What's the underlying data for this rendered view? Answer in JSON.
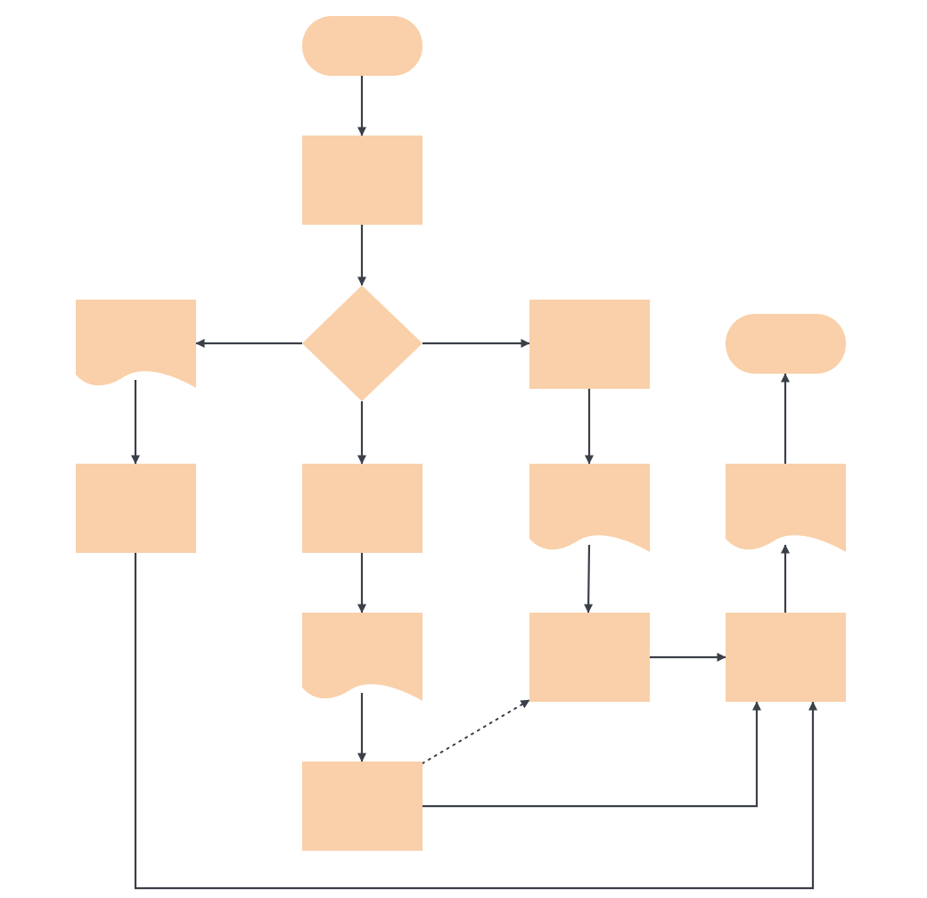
{
  "colors": {
    "background": "#ffffff",
    "node_fill": "#f9d0a9",
    "connector": "#3a3f48"
  },
  "diagram": {
    "type": "flowchart",
    "labels_visible": false,
    "nodes": [
      {
        "id": "start",
        "shape": "terminator"
      },
      {
        "id": "process-1",
        "shape": "process"
      },
      {
        "id": "decision",
        "shape": "decision"
      },
      {
        "id": "document-left",
        "shape": "document"
      },
      {
        "id": "process-right-top",
        "shape": "process"
      },
      {
        "id": "end",
        "shape": "terminator"
      },
      {
        "id": "process-left",
        "shape": "process"
      },
      {
        "id": "process-center",
        "shape": "process"
      },
      {
        "id": "document-right",
        "shape": "document"
      },
      {
        "id": "document-far-right",
        "shape": "document"
      },
      {
        "id": "document-center",
        "shape": "document"
      },
      {
        "id": "process-right-bottom",
        "shape": "process"
      },
      {
        "id": "process-far-right",
        "shape": "process"
      },
      {
        "id": "process-bottom",
        "shape": "process"
      }
    ],
    "edges": [
      {
        "id": "start-to-process-1",
        "from": "start",
        "to": "process-1",
        "style": "solid"
      },
      {
        "id": "process-1-to-decision",
        "from": "process-1",
        "to": "decision",
        "style": "solid"
      },
      {
        "id": "decision-to-document-left",
        "from": "decision",
        "to": "document-left",
        "style": "solid"
      },
      {
        "id": "decision-to-process-right-top",
        "from": "decision",
        "to": "process-right-top",
        "style": "solid"
      },
      {
        "id": "decision-to-process-center",
        "from": "decision",
        "to": "process-center",
        "style": "solid"
      },
      {
        "id": "document-left-to-process-left",
        "from": "document-left",
        "to": "process-left",
        "style": "solid"
      },
      {
        "id": "process-right-top-to-document-right",
        "from": "process-right-top",
        "to": "document-right",
        "style": "solid"
      },
      {
        "id": "process-center-to-document-center",
        "from": "process-center",
        "to": "document-center",
        "style": "solid"
      },
      {
        "id": "document-center-to-process-bottom",
        "from": "document-center",
        "to": "process-bottom",
        "style": "solid"
      },
      {
        "id": "document-right-to-process-right-bottom",
        "from": "document-right",
        "to": "process-right-bottom",
        "style": "solid"
      },
      {
        "id": "process-right-bottom-to-process-far-right",
        "from": "process-right-bottom",
        "to": "process-far-right",
        "style": "solid"
      },
      {
        "id": "process-far-right-to-document-far-right",
        "from": "process-far-right",
        "to": "document-far-right",
        "style": "solid"
      },
      {
        "id": "document-far-right-to-end",
        "from": "document-far-right",
        "to": "end",
        "style": "solid"
      },
      {
        "id": "process-bottom-to-process-right-bottom",
        "from": "process-bottom",
        "to": "process-right-bottom",
        "style": "dotted"
      },
      {
        "id": "process-bottom-to-process-far-right",
        "from": "process-bottom",
        "to": "process-far-right",
        "style": "solid"
      },
      {
        "id": "process-left-to-process-far-right",
        "from": "process-left",
        "to": "process-far-right",
        "style": "solid"
      }
    ]
  }
}
